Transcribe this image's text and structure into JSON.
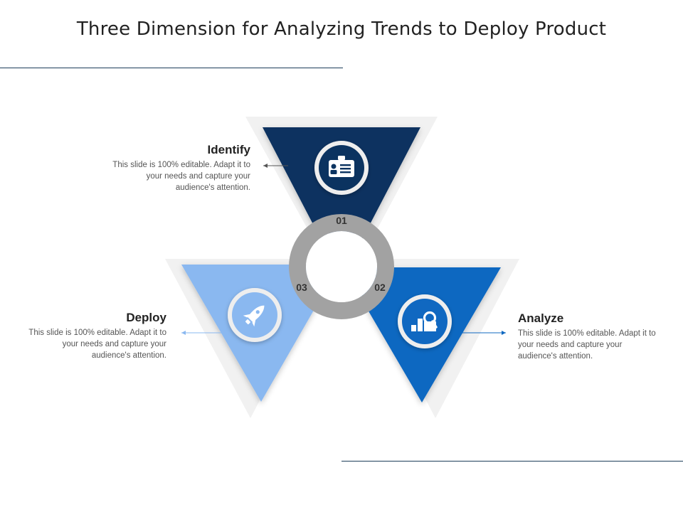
{
  "title": "Three Dimension for Analyzing Trends to Deploy Product",
  "colors": {
    "identify": "#0b3360",
    "analyze": "#1068c1",
    "deploy": "#8ab8f0",
    "ring": "#a2a2a2"
  },
  "steps": [
    {
      "key": "identify",
      "number": "01",
      "heading": "Identify",
      "description": "This slide is 100% editable. Adapt it to your needs and capture your audience's attention.",
      "icon": "id-card-icon"
    },
    {
      "key": "analyze",
      "number": "02",
      "heading": "Analyze",
      "description": "This slide is 100% editable. Adapt it to your needs and capture your audience's attention.",
      "icon": "chart-search-icon"
    },
    {
      "key": "deploy",
      "number": "03",
      "heading": "Deploy",
      "description": "This slide is 100% editable. Adapt it to your needs and capture your audience's attention.",
      "icon": "rocket-icon"
    }
  ]
}
